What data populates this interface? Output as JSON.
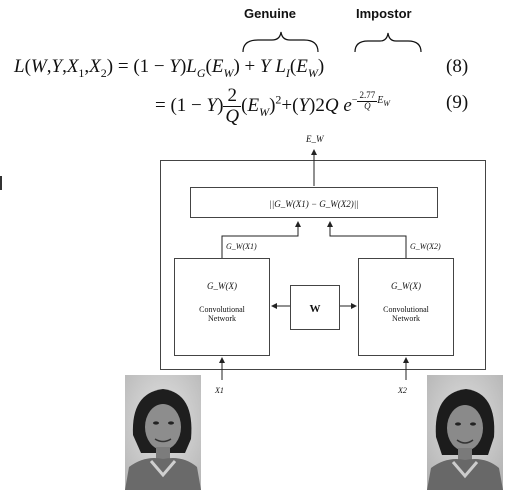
{
  "header": {
    "genuine_label": "Genuine",
    "impostor_label": "Impostor"
  },
  "equations": {
    "eq1_lhs": "L(W,Y,X1,X2) =",
    "eq1_rhs_a": "(1 − Y)",
    "eq1_rhs_b": "LG(EW)",
    "eq1_rhs_c": "+ Y",
    "eq1_rhs_d": "LI(EW)",
    "eq1_number": "(8)",
    "eq2_lhs": "=",
    "eq2_a": "(1 − Y)",
    "eq2_frac_num": "2",
    "eq2_frac_den": "Q",
    "eq2_b": "(EW)²+(Y)2Q e",
    "eq2_exp": "−2.77/Q EW",
    "eq2_number": "(9)"
  },
  "diagram": {
    "energy_label": "E_W",
    "distance_label": "||G_W(X1) − G_W(X2)||",
    "left_output_label": "G_W(X1)",
    "right_output_label": "G_W(X2)",
    "left_net_title": "G_W(X)",
    "left_net_desc_line1": "Convolutional",
    "left_net_desc_line2": "Network",
    "right_net_title": "G_W(X)",
    "right_net_desc_line1": "Convolutional",
    "right_net_desc_line2": "Network",
    "weights_label": "W",
    "left_input_label": "X1",
    "right_input_label": "X2"
  }
}
